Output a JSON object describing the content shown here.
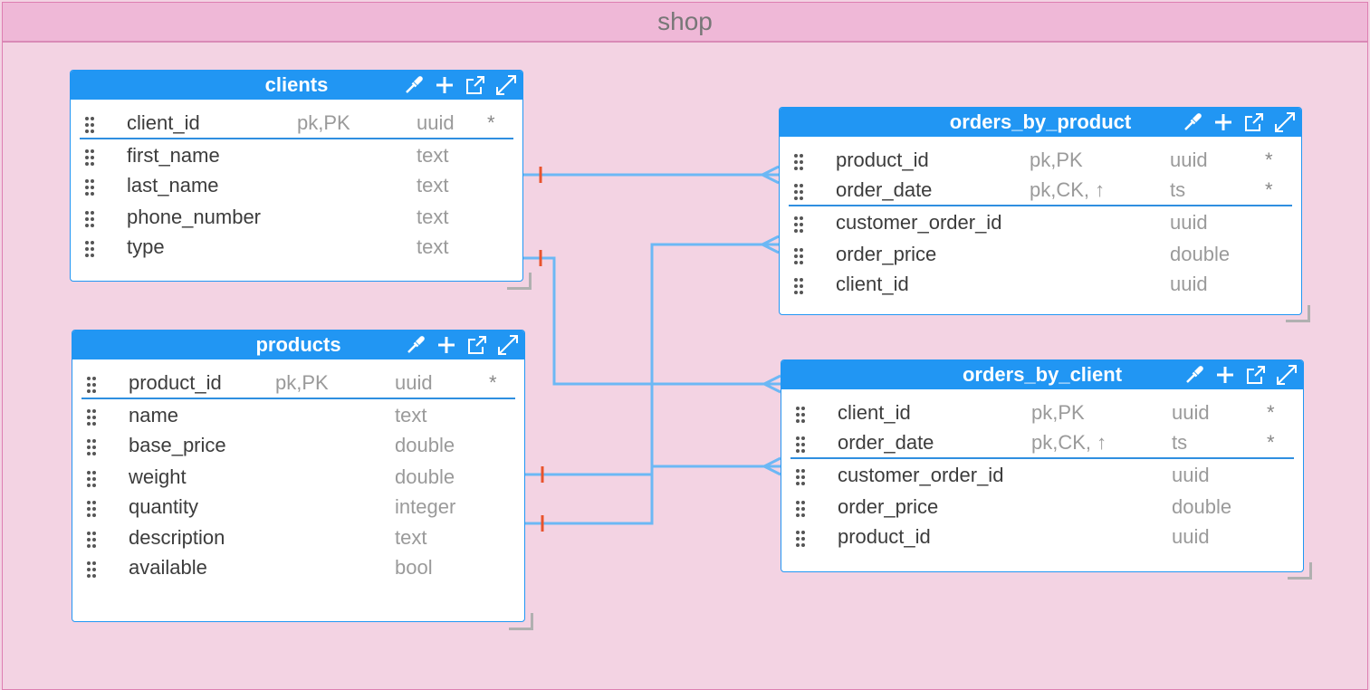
{
  "container": {
    "title": "shop"
  },
  "colors": {
    "table_header": "#2196f3",
    "relation_line": "#6cb8f5",
    "one_marker": "#e8542e",
    "container_bg": "#f3d3e3",
    "container_header": "#efb8d7"
  },
  "header_icons": [
    "eyedropper-icon",
    "plus-icon",
    "open-external-icon",
    "expand-icon"
  ],
  "tables": {
    "clients": {
      "name": "clients",
      "columns": [
        {
          "name": "client_id",
          "key": "pk,PK",
          "type": "uuid",
          "required": "*"
        },
        {
          "name": "first_name",
          "key": "",
          "type": "text",
          "required": ""
        },
        {
          "name": "last_name",
          "key": "",
          "type": "text",
          "required": ""
        },
        {
          "name": "phone_number",
          "key": "",
          "type": "text",
          "required": ""
        },
        {
          "name": "type",
          "key": "",
          "type": "text",
          "required": ""
        }
      ]
    },
    "products": {
      "name": "products",
      "columns": [
        {
          "name": "product_id",
          "key": "pk,PK",
          "type": "uuid",
          "required": "*"
        },
        {
          "name": "name",
          "key": "",
          "type": "text",
          "required": ""
        },
        {
          "name": "base_price",
          "key": "",
          "type": "double",
          "required": ""
        },
        {
          "name": "weight",
          "key": "",
          "type": "double",
          "required": ""
        },
        {
          "name": "quantity",
          "key": "",
          "type": "integer",
          "required": ""
        },
        {
          "name": "description",
          "key": "",
          "type": "text",
          "required": ""
        },
        {
          "name": "available",
          "key": "",
          "type": "bool",
          "required": ""
        }
      ]
    },
    "orders_by_product": {
      "name": "orders_by_product",
      "columns": [
        {
          "name": "product_id",
          "key": "pk,PK",
          "type": "uuid",
          "required": "*"
        },
        {
          "name": "order_date",
          "key": "pk,CK, ↑",
          "type": "ts",
          "required": "*"
        },
        {
          "name": "customer_order_id",
          "key": "",
          "type": "uuid",
          "required": ""
        },
        {
          "name": "order_price",
          "key": "",
          "type": "double",
          "required": ""
        },
        {
          "name": "client_id",
          "key": "",
          "type": "uuid",
          "required": ""
        }
      ]
    },
    "orders_by_client": {
      "name": "orders_by_client",
      "columns": [
        {
          "name": "client_id",
          "key": "pk,PK",
          "type": "uuid",
          "required": "*"
        },
        {
          "name": "order_date",
          "key": "pk,CK, ↑",
          "type": "ts",
          "required": "*"
        },
        {
          "name": "customer_order_id",
          "key": "",
          "type": "uuid",
          "required": ""
        },
        {
          "name": "order_price",
          "key": "",
          "type": "double",
          "required": ""
        },
        {
          "name": "product_id",
          "key": "",
          "type": "uuid",
          "required": ""
        }
      ]
    }
  },
  "relations": [
    {
      "from": "clients.client_id",
      "to": "orders_by_product.client_id",
      "cardinality": "one-to-many"
    },
    {
      "from": "clients.client_id",
      "to": "orders_by_client.client_id",
      "cardinality": "one-to-many"
    },
    {
      "from": "products.product_id",
      "to": "orders_by_client.product_id",
      "cardinality": "one-to-many"
    },
    {
      "from": "products.product_id",
      "to": "orders_by_product.product_id",
      "cardinality": "one-to-many"
    }
  ]
}
